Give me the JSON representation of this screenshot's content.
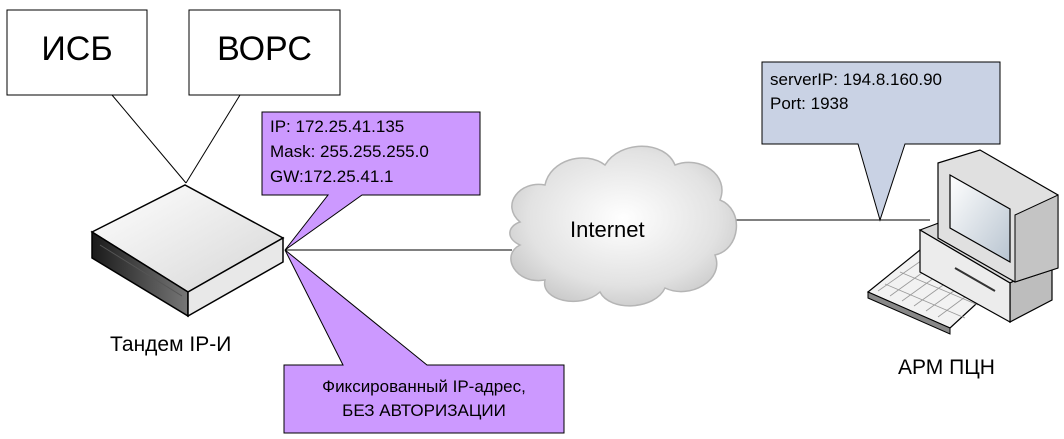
{
  "boxes": {
    "isb": "ИСБ",
    "vors": "ВОРС"
  },
  "device": {
    "label": "Тандем IP-И"
  },
  "device_callout": {
    "ip": "IP: 172.25.41.135",
    "mask": "Mask: 255.255.255.0",
    "gw": "GW:172.25.41.1"
  },
  "note_callout": {
    "line1": "Фиксированный IP-адрес,",
    "line2": "БЕЗ АВТОРИЗАЦИИ"
  },
  "cloud": {
    "label": "Internet"
  },
  "server_callout": {
    "server_ip": "serverIP: 194.8.160.90",
    "port": "Port: 1938"
  },
  "workstation": {
    "label": "АРМ ПЦН"
  },
  "colors": {
    "purple_callout": "#cc99ff",
    "blue_callout": "#c9d2e4",
    "cloud_fill": "#d8d8d8",
    "device_body": "#e6e6e6"
  }
}
